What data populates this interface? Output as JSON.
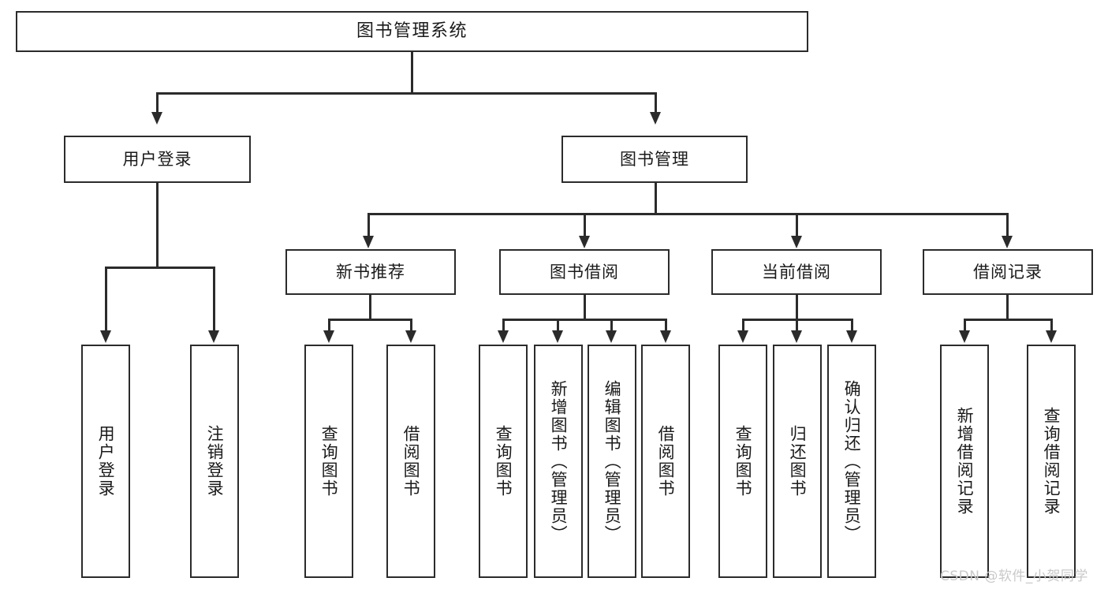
{
  "diagram": {
    "type": "tree-hierarchy-flowchart",
    "title": "图书管理系统",
    "stroke_color": "#2b2b2b",
    "fill_color": "#ffffff",
    "text_color": "#1a1a1a",
    "root": {
      "label": "图书管理系统"
    },
    "level2": [
      {
        "label": "用户登录"
      },
      {
        "label": "图书管理"
      }
    ],
    "level3": [
      {
        "label": "新书推荐"
      },
      {
        "label": "图书借阅"
      },
      {
        "label": "当前借阅"
      },
      {
        "label": "借阅记录"
      }
    ],
    "leaves": {
      "user_login": [
        {
          "label": "用户登录"
        },
        {
          "label": "注销登录"
        }
      ],
      "new_book_recommend": [
        {
          "label": "查询图书"
        },
        {
          "label": "借阅图书"
        }
      ],
      "book_borrow": [
        {
          "label": "查询图书"
        },
        {
          "label": "新增图书（管理员）"
        },
        {
          "label": "编辑图书（管理员）"
        },
        {
          "label": "借阅图书"
        }
      ],
      "current_borrow": [
        {
          "label": "查询图书"
        },
        {
          "label": "归还图书"
        },
        {
          "label": "确认归还（管理员）"
        }
      ],
      "borrow_record": [
        {
          "label": "新增借阅记录"
        },
        {
          "label": "查询借阅记录"
        }
      ]
    }
  },
  "watermark": {
    "text": "CSDN @软件_小贺同学"
  }
}
